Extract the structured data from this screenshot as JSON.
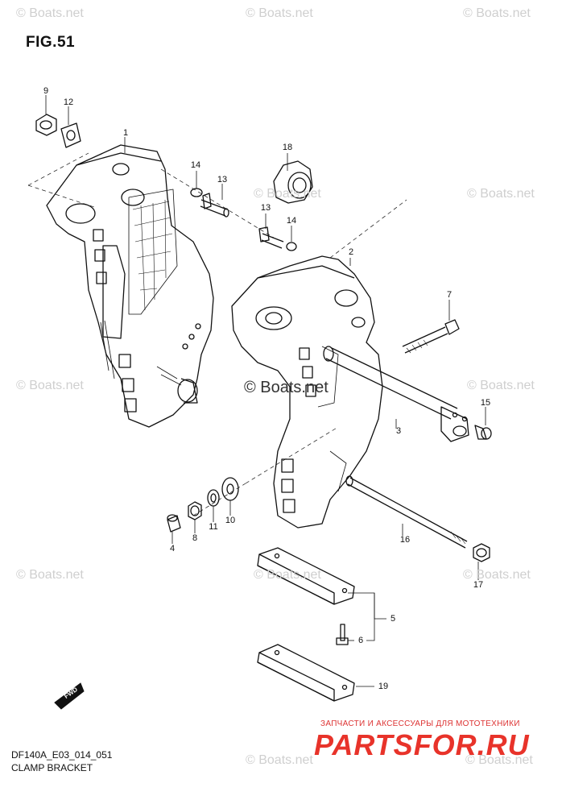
{
  "title": "FIG.51",
  "footer": {
    "code": "DF140A_E03_014_051",
    "name": "CLAMP BRACKET"
  },
  "watermark": {
    "text": "© Boats.net",
    "color": "#cfcfcf"
  },
  "brand": {
    "tagline": "ЗАПЧАСТИ И АКСЕССУАРЫ ДЛЯ МОТОТЕХНИКИ",
    "name": "PARTSFOR.RU",
    "color": "#e8332a"
  },
  "fwd_label": "FWD",
  "callouts": [
    "9",
    "12",
    "1",
    "14",
    "13",
    "18",
    "13",
    "14",
    "2",
    "7",
    "15",
    "3",
    "4",
    "8",
    "11",
    "10",
    "16",
    "17",
    "5",
    "6",
    "19"
  ]
}
